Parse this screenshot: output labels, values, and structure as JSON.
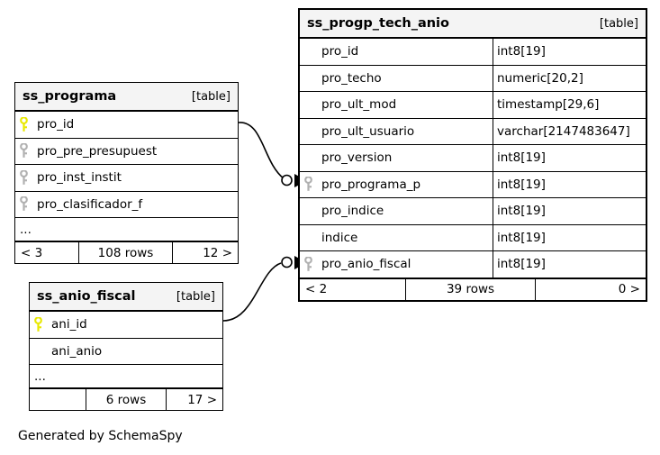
{
  "diagram": {
    "credit": "Generated by SchemaSpy",
    "table_tag": "[table]",
    "ellipsis": "...",
    "colors": {
      "primary_key": "#e8e800",
      "foreign_key": "#b0b0b0",
      "header_bg": "#f4f4f4",
      "border": "#000000",
      "background": "#ffffff"
    }
  },
  "tables": [
    {
      "id": "ss_progp_tech_anio",
      "name": "ss_progp_tech_anio",
      "tag": "[table]",
      "columns": [
        {
          "key": "none",
          "name": "pro_id",
          "type": "int8[19]"
        },
        {
          "key": "none",
          "name": "pro_techo",
          "type": "numeric[20,2]"
        },
        {
          "key": "none",
          "name": "pro_ult_mod",
          "type": "timestamp[29,6]"
        },
        {
          "key": "none",
          "name": "pro_ult_usuario",
          "type": "varchar[2147483647]"
        },
        {
          "key": "none",
          "name": "pro_version",
          "type": "int8[19]"
        },
        {
          "key": "fk",
          "name": "pro_programa_p",
          "type": "int8[19]"
        },
        {
          "key": "none",
          "name": "pro_indice",
          "type": "int8[19]"
        },
        {
          "key": "none",
          "name": "indice",
          "type": "int8[19]"
        },
        {
          "key": "fk",
          "name": "pro_anio_fiscal",
          "type": "int8[19]"
        }
      ],
      "has_ellipsis": false,
      "footer": {
        "left": "< 2",
        "middle": "39 rows",
        "right": "0 >"
      }
    },
    {
      "id": "ss_programa",
      "name": "ss_programa",
      "tag": "[table]",
      "columns": [
        {
          "key": "pk",
          "name": "pro_id",
          "type": ""
        },
        {
          "key": "fk",
          "name": "pro_pre_presupuest",
          "type": ""
        },
        {
          "key": "fk",
          "name": "pro_inst_instit",
          "type": ""
        },
        {
          "key": "fk",
          "name": "pro_clasificador_f",
          "type": ""
        }
      ],
      "has_ellipsis": true,
      "footer": {
        "left": "< 3",
        "middle": "108 rows",
        "right": "12 >"
      }
    },
    {
      "id": "ss_anio_fiscal",
      "name": "ss_anio_fiscal",
      "tag": "[table]",
      "columns": [
        {
          "key": "pk",
          "name": "ani_id",
          "type": ""
        },
        {
          "key": "none",
          "name": "ani_anio",
          "type": ""
        }
      ],
      "has_ellipsis": true,
      "footer": {
        "left": "",
        "middle": "6 rows",
        "right": "17 >"
      }
    }
  ],
  "relationships": [
    {
      "from": "ss_programa.pro_id",
      "to": "ss_progp_tech_anio.pro_programa_p",
      "optional": true
    },
    {
      "from": "ss_anio_fiscal.ani_id",
      "to": "ss_progp_tech_anio.pro_anio_fiscal",
      "optional": true
    }
  ]
}
